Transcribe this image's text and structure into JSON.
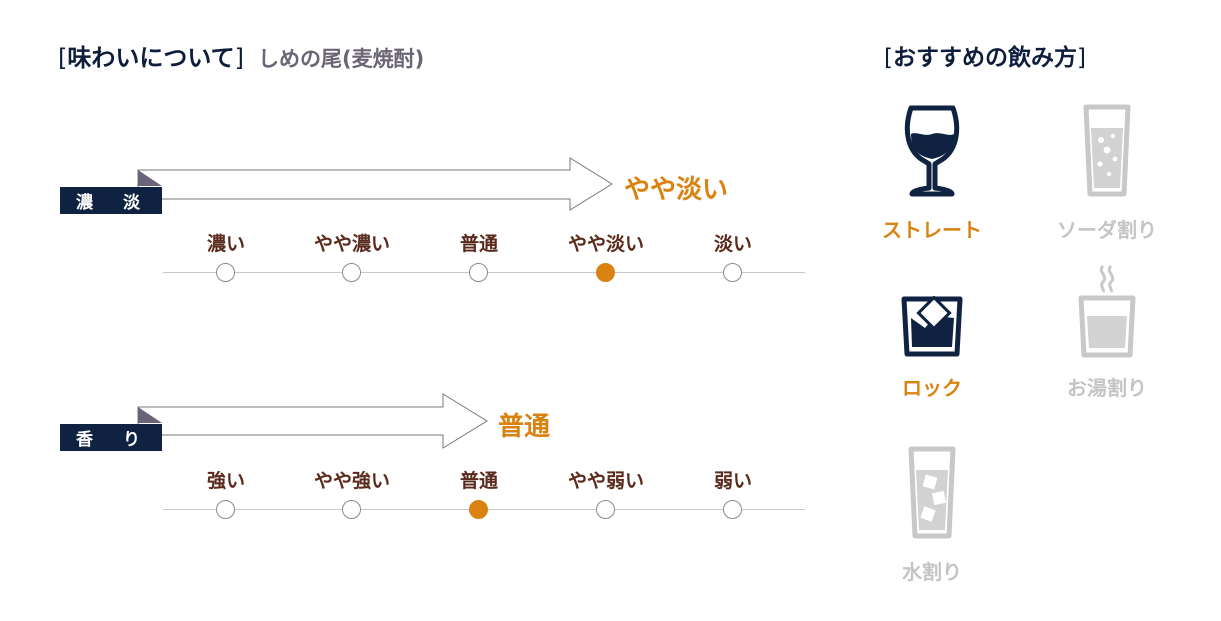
{
  "heading": {
    "open_bracket": "[",
    "title": "味わいについて",
    "close_bracket": "]",
    "subtitle": "しめの尾(麦焼酎)"
  },
  "taste": {
    "tag": "濃 淡",
    "result": "やや淡い",
    "options": [
      "濃い",
      "やや濃い",
      "普通",
      "やや淡い",
      "淡い"
    ],
    "selected_index": 3
  },
  "aroma": {
    "tag": "香 り",
    "result": "普通",
    "options": [
      "強い",
      "やや強い",
      "普通",
      "やや弱い",
      "弱い"
    ],
    "selected_index": 2
  },
  "recommend": {
    "open_bracket": "[",
    "title": "おすすめの飲み方",
    "close_bracket": "]",
    "items": [
      {
        "label": "ストレート",
        "icon": "wine-glass-icon",
        "recommended": true
      },
      {
        "label": "ソーダ割り",
        "icon": "soda-glass-icon",
        "recommended": false
      },
      {
        "label": "ロック",
        "icon": "rock-glass-icon",
        "recommended": true
      },
      {
        "label": "お湯割り",
        "icon": "hot-water-cup-icon",
        "recommended": false
      },
      {
        "label": "水割り",
        "icon": "water-glass-icon",
        "recommended": false
      }
    ]
  },
  "colors": {
    "navy": "#0f2241",
    "accent": "#d9820f",
    "label_brown": "#5a2a1c",
    "inactive_gray": "#c4c4c4"
  }
}
